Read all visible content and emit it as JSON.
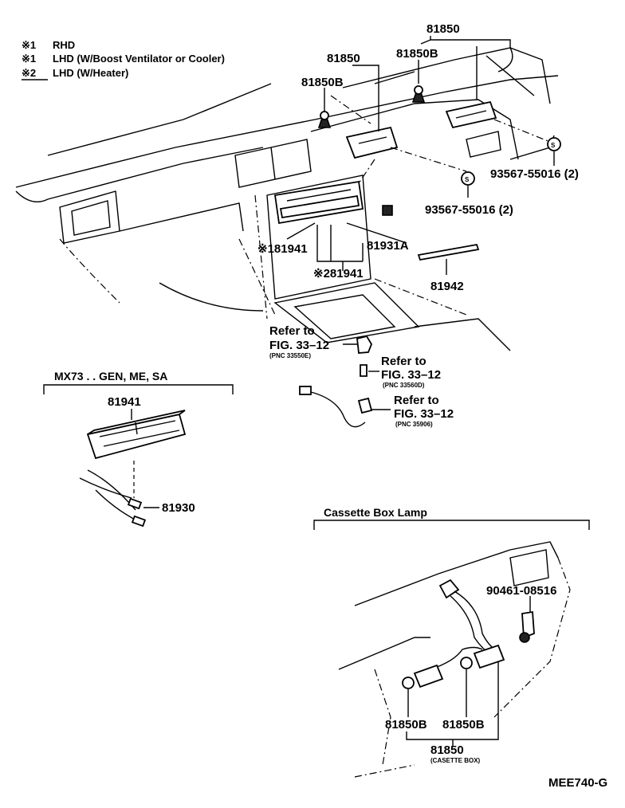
{
  "legend": [
    {
      "mark": "※1",
      "text": "RHD"
    },
    {
      "mark": "※1",
      "text": "LHD (W/Boost Ventilator or Cooler)"
    },
    {
      "mark": "※2",
      "text": "LHD (W/Heater)"
    }
  ],
  "labels": {
    "p81850_top": "81850",
    "p81850_left": "81850",
    "p81850b_mid": "81850B",
    "p81850b_left": "81850B",
    "p93567_right": "93567-55016 (2)",
    "p93567_mid": "93567-55016 (2)",
    "p81941_star1": "※181941",
    "p81931a": "81931A",
    "p81941_star2": "※281941",
    "p81942": "81942"
  },
  "refs": [
    {
      "line1": "Refer to",
      "line2": "FIG. 33–12",
      "pnc": "(PNC 33550E)"
    },
    {
      "line1": "Refer to",
      "line2": "FIG. 33–12",
      "pnc": "(PNC 33560D)"
    },
    {
      "line1": "Refer to",
      "line2": "FIG. 33–12",
      "pnc": "(PNC 35906)"
    }
  ],
  "inset_left": {
    "title": "MX73 . . GEN, ME, SA",
    "part_main": "81941",
    "part_wire": "81930"
  },
  "inset_right": {
    "title": "Cassette Box Lamp",
    "part_bracket": "90461-08516",
    "part_a": "81850B",
    "part_b": "81850B",
    "part_total": "81850",
    "part_total_note": "(CASETTE BOX)"
  },
  "code": "MEE740-G"
}
